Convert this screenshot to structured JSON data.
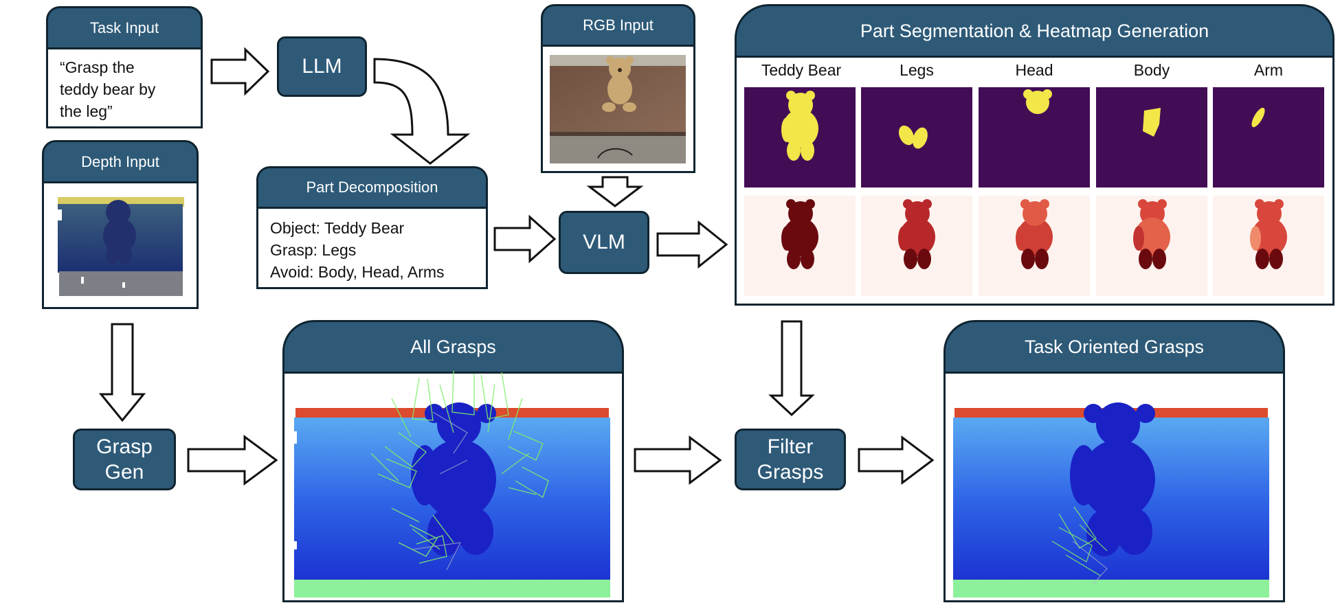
{
  "task_input": {
    "header": "Task Input",
    "line1": "“Grasp the",
    "line2": "teddy bear by",
    "line3": "the leg”"
  },
  "llm_label": "LLM",
  "depth_input": {
    "header": "Depth Input"
  },
  "rgb_input": {
    "header": "RGB Input"
  },
  "part_decomposition": {
    "header": "Part Decomposition",
    "object_line": "Object: Teddy Bear",
    "grasp_line": "Grasp: Legs",
    "avoid_line": "Avoid: Body, Head, Arms"
  },
  "vlm_label": "VLM",
  "segmentation": {
    "header": "Part Segmentation & Heatmap Generation",
    "columns": [
      "Teddy Bear",
      "Legs",
      "Head",
      "Body",
      "Arm"
    ]
  },
  "grasp_gen": {
    "line1": "Grasp",
    "line2": "Gen"
  },
  "all_grasps": {
    "header": "All Grasps"
  },
  "filter_grasps": {
    "line1": "Filter",
    "line2": "Grasps"
  },
  "task_oriented": {
    "header": "Task Oriented Grasps"
  },
  "colors": {
    "header_fill": "#2e5a78",
    "outline": "#0f2430",
    "mask_background": "#430d56",
    "mask_part": "#f2e648",
    "heatmap_background": "#fdf2ee"
  }
}
